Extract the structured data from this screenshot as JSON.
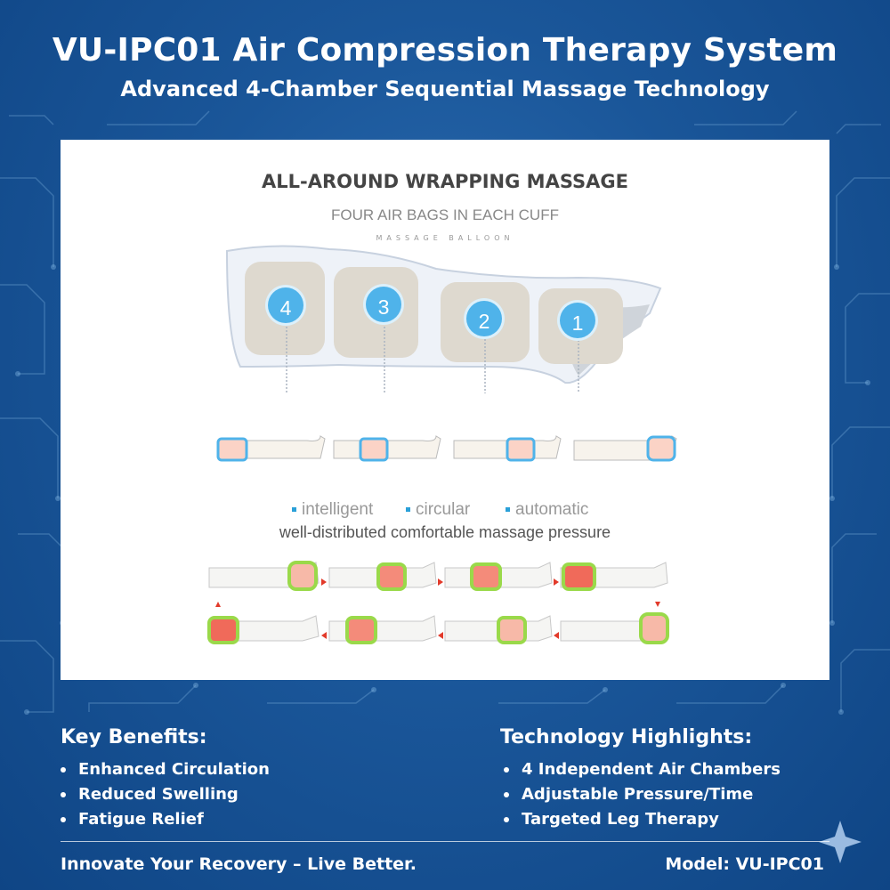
{
  "header": {
    "title": "VU-IPC01 Air Compression Therapy System",
    "subtitle": "Advanced 4-Chamber Sequential Massage Technology"
  },
  "panel": {
    "heading": "ALL-AROUND WRAPPING MASSAGE",
    "subheading": "FOUR AIR BAGS IN EACH CUFF",
    "tiny_label": "MASSAGE BALLOON",
    "chamber_numbers": [
      "4",
      "3",
      "2",
      "1"
    ],
    "features": [
      "intelligent",
      "circular",
      "automatic"
    ],
    "pressure_text": "well-distributed comfortable massage pressure"
  },
  "benefits": {
    "title": "Key Benefits:",
    "items": [
      "Enhanced Circulation",
      "Reduced Swelling",
      "Fatigue Relief"
    ]
  },
  "highlights": {
    "title": "Technology Highlights:",
    "items": [
      "4 Independent Air Chambers",
      "Adjustable Pressure/Time",
      "Targeted Leg Therapy"
    ]
  },
  "footer": {
    "tagline": "Innovate Your Recovery – Live Better.",
    "model": "Model: VU-IPC01"
  },
  "colors": {
    "background": "#1a5699",
    "accent_blue": "#4fb3ea",
    "chamber_green": "#9ad94a",
    "heat_red": "#f06a5a"
  }
}
